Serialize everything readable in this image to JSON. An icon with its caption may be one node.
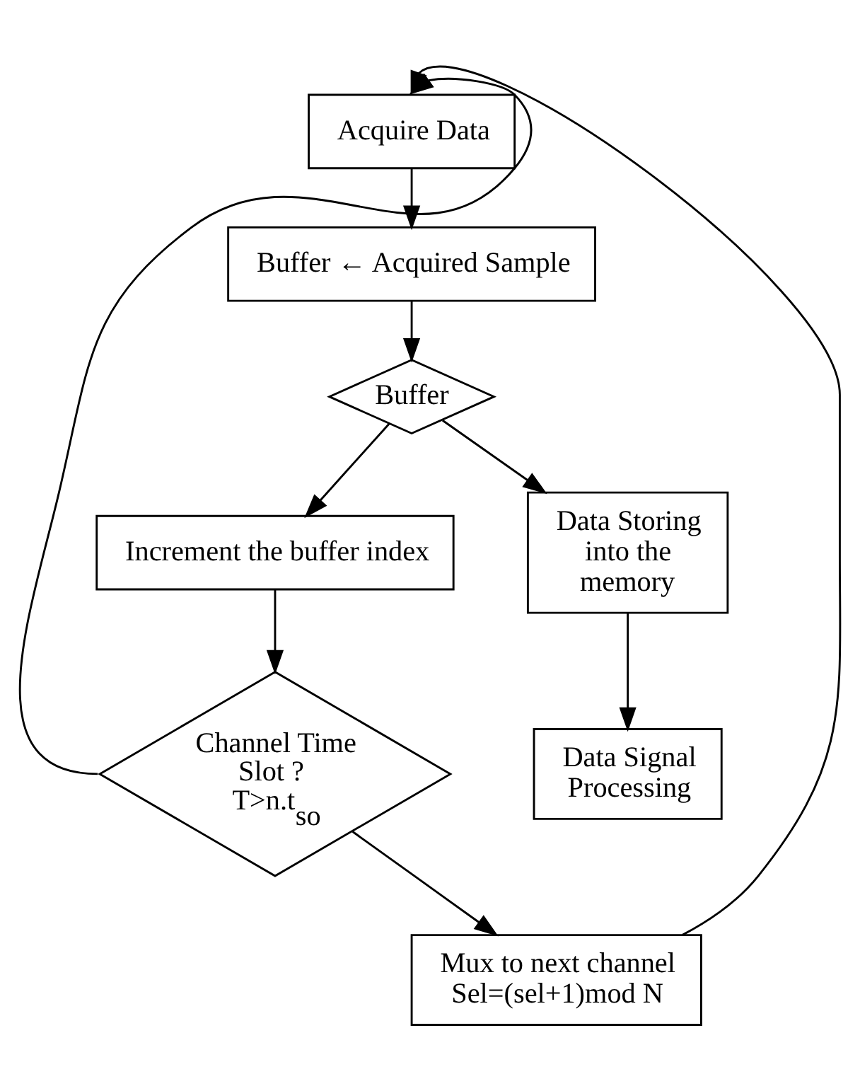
{
  "diagram": {
    "nodes": [
      {
        "text": [
          "Acquire Data"
        ]
      },
      {
        "text": [
          "Buffer ← Acquired Sample"
        ]
      },
      {
        "text": [
          "Buffer"
        ]
      },
      {
        "text": [
          "Increment the buffer index"
        ]
      },
      {
        "text": [
          "Data Storing into the memory"
        ]
      },
      {
        "text": [
          "Channel Time Slot ?  T>n.t$_{so}$"
        ]
      },
      {
        "text": [
          "Data Signal Processing"
        ]
      },
      {
        "text": [
          "Mux to next channel Sel=(sel+1)mod N"
        ]
      }
    ],
    "edges": [
      {
        "from": 0,
        "to": 1,
        "arrow": "to"
      },
      {
        "from": 1,
        "to": 2,
        "arrow": "to"
      },
      {
        "from": 2,
        "to": 3,
        "arrow": "to"
      },
      {
        "from": 2,
        "to": 4,
        "arrow": "to"
      },
      {
        "from": 3,
        "to": 5,
        "arrow": "to"
      },
      {
        "from": 4,
        "to": 6,
        "arrow": "to"
      },
      {
        "from": 5,
        "to": 7,
        "arrow": "to"
      },
      {
        "from": 5,
        "to": 0,
        "arrow": "to"
      },
      {
        "from": 7,
        "to": 0,
        "arrow": "to"
      }
    ]
  }
}
